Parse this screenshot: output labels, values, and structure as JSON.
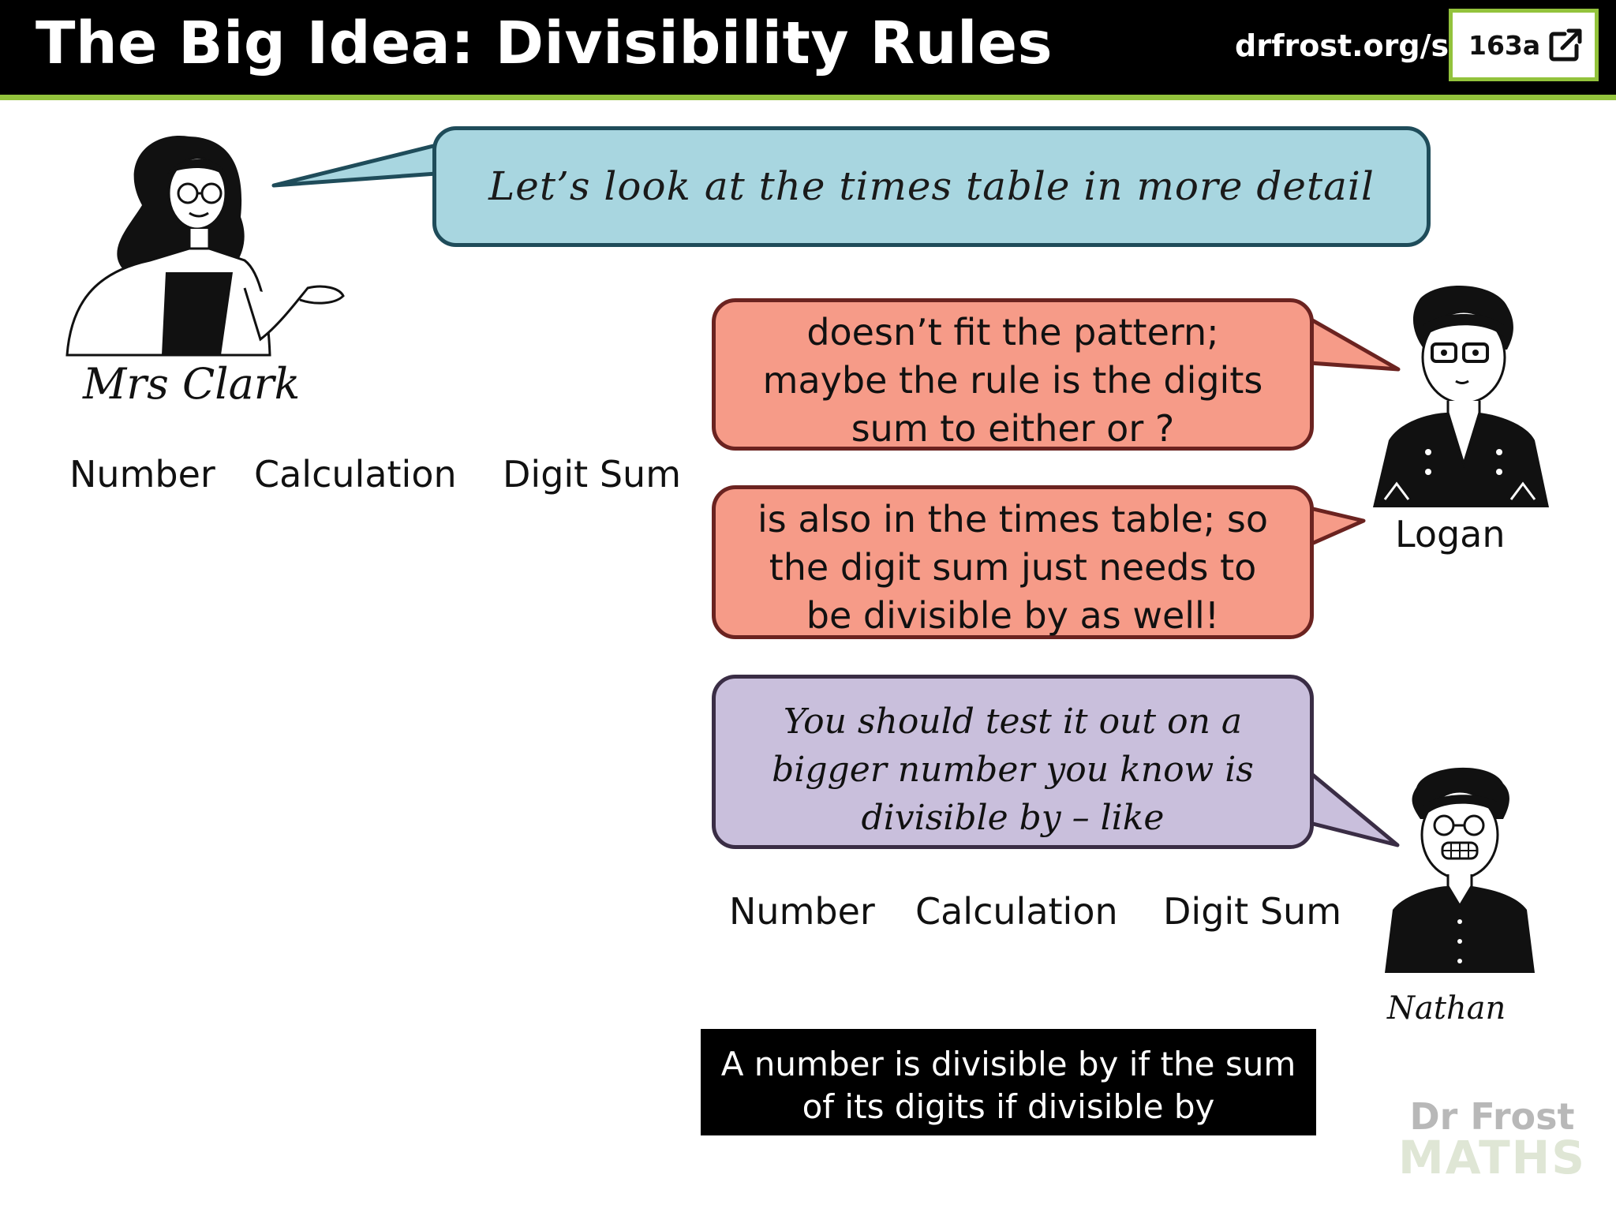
{
  "header": {
    "title": "The Big Idea: Divisibility Rules",
    "url": "drfrost.org/s/",
    "code": "163a",
    "accent_color": "#93c33c",
    "icon": "external-link-icon"
  },
  "speech": {
    "mrs_clark": "Let’s look at the  times table in more detail",
    "logan_1": [
      "doesn’t fit the pattern;",
      "maybe the rule is the digits",
      "sum to either  or ?"
    ],
    "logan_2": [
      "is also in the  times table; so",
      "the digit sum just needs to",
      "be divisible by  as well!"
    ],
    "nathan": [
      "You should test it out on a",
      "bigger number you know is",
      "divisible by  – like"
    ]
  },
  "characters": {
    "mrs_clark": "Mrs Clark",
    "logan": "Logan",
    "nathan": "Nathan"
  },
  "table_left": {
    "headers": [
      "Number",
      "Calculation",
      "Digit Sum"
    ]
  },
  "table_right": {
    "headers": [
      "Number",
      "Calculation",
      "Digit Sum"
    ]
  },
  "rule": [
    "A number is divisible by  if the sum",
    "of its digits if divisible by"
  ],
  "logo": {
    "line1": "Dr Frost",
    "line2": "MATHS"
  }
}
